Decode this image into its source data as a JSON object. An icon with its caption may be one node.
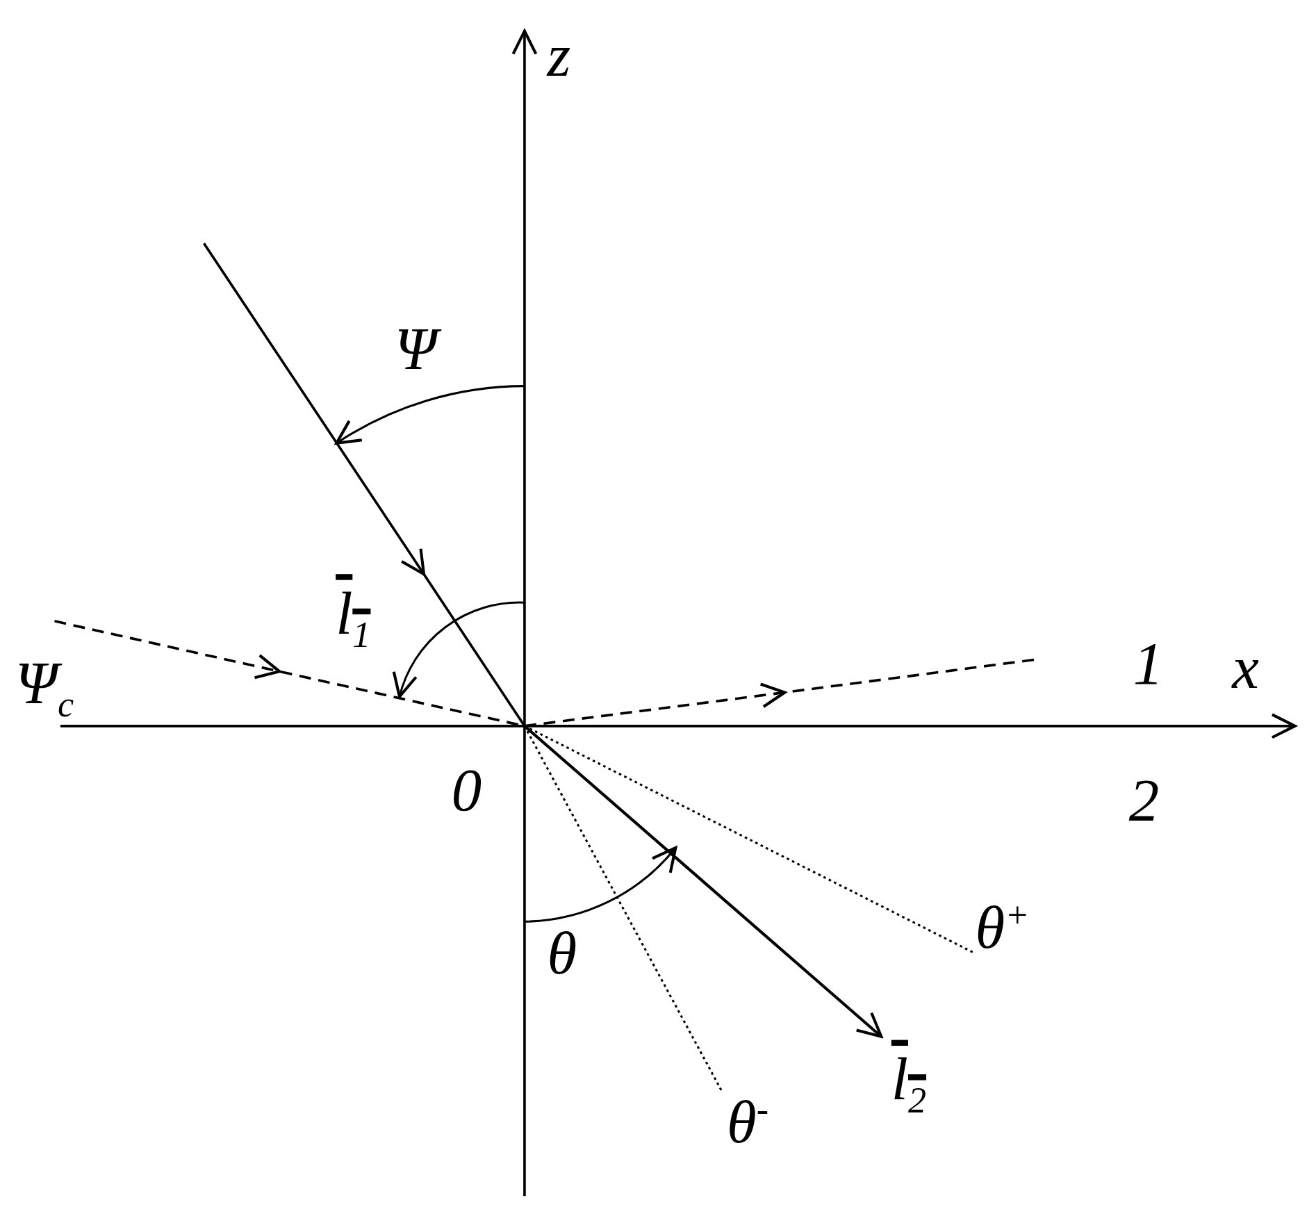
{
  "diagram": {
    "labels": [
      "z",
      "Ψ",
      "l$_{1}$",
      "Ψ$_{c}$",
      "1",
      "x",
      "0",
      "2",
      "θ",
      "θ$^{+}$",
      "l$_{2}$",
      "θ$^{-}$"
    ]
  }
}
